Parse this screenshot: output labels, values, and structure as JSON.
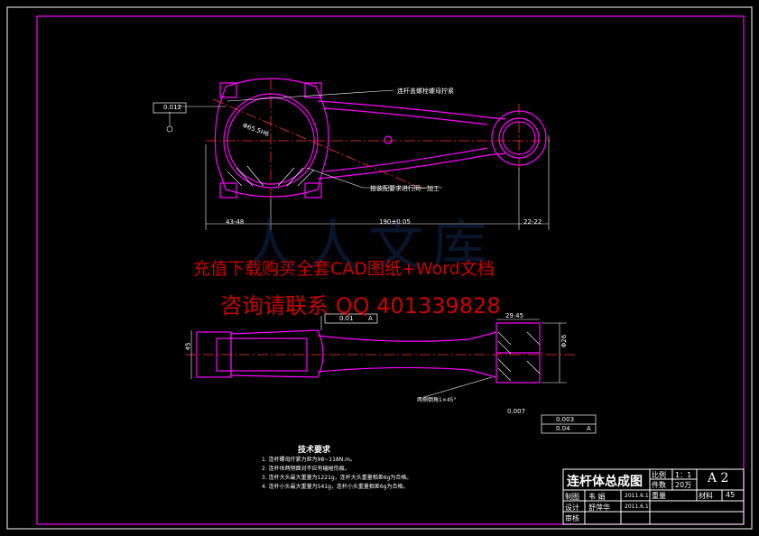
{
  "drawing": {
    "title": "连杆体总成图",
    "scale_label": "比例",
    "scale_value": "1：1",
    "qty_label": "件数",
    "qty_value": "20万",
    "sheet_size": "A 2",
    "material_label": "材料",
    "material_value": "45",
    "weight_label": "重量",
    "drawn_label": "制图",
    "drawn_name": "韦 娟",
    "drawn_date": "2011.6.1",
    "design_label": "设计",
    "design_name": "舒萍华",
    "design_date": "2011.6.1",
    "review_label": "审核"
  },
  "annotations": {
    "bolt_note": "连杆盖螺栓螺母拧紧",
    "surface_note": "按装配要求进行同一加工",
    "dim_left": "43-48",
    "dim_center": "190±0.05",
    "dim_right": "22-22",
    "bore_dia": "Φ65.5H6",
    "flatness_top": "0.012",
    "tol_top": "0.01",
    "tol_top_ref": "A",
    "dim_small_end": "29.45",
    "bevel_note": "两侧倒角1×45°",
    "tol_bottom_1": "0.003",
    "tol_bottom_2": "0.04",
    "tol_bottom_ref": "A",
    "dim_height": "45",
    "dim_side": "Φ26",
    "dim_bot_offset": "0.007"
  },
  "tech_requirements": {
    "heading": "技术要求",
    "items": [
      "1. 连杆螺母拧紧力矩为98~118N.m。",
      "2. 连杆体两侧面对不应有磕碰伤痕。",
      "3. 连杆大头最大重量为1221g，连杆大头重量相差6g为合格。",
      "4. 连杆小头最大重量为541g，连杆小头重量相差6g为合格。"
    ]
  },
  "watermark": {
    "line1": "充值下载购买全套CAD图纸+Word文档",
    "line2": "咨询请联系  QQ 401339828",
    "logo": "人人文库"
  },
  "colors": {
    "background": "#000000",
    "part": "#ff00ff",
    "frame": "#ff00ff",
    "dims": "#ffffff",
    "center": "#ff0000",
    "watermark": "#cc0000"
  }
}
